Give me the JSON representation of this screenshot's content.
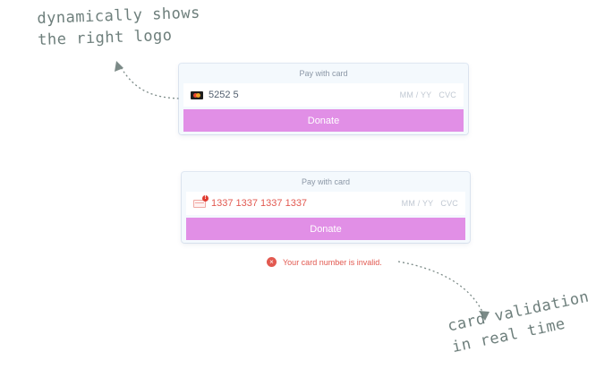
{
  "annotations": {
    "top": "dynamically shows\nthe right logo",
    "bottom": "card validation\nin real time"
  },
  "form_valid": {
    "title": "Pay with card",
    "brand_icon": "mastercard-icon",
    "card_number": "5252 5",
    "expiry_placeholder": "MM / YY",
    "cvc_placeholder": "CVC",
    "button_label": "Donate"
  },
  "form_invalid": {
    "title": "Pay with card",
    "brand_icon": "invalid-card-icon",
    "alert_glyph": "!",
    "card_number": "1337 1337 1337 1337",
    "expiry_placeholder": "MM / YY",
    "cvc_placeholder": "CVC",
    "button_label": "Donate",
    "error_icon": "×",
    "error_message": "Your card number is invalid."
  },
  "colors": {
    "button": "#e18fe6",
    "error": "#e25950",
    "card_bg": "#f4f9fd",
    "annotation": "#6e7f7c"
  }
}
